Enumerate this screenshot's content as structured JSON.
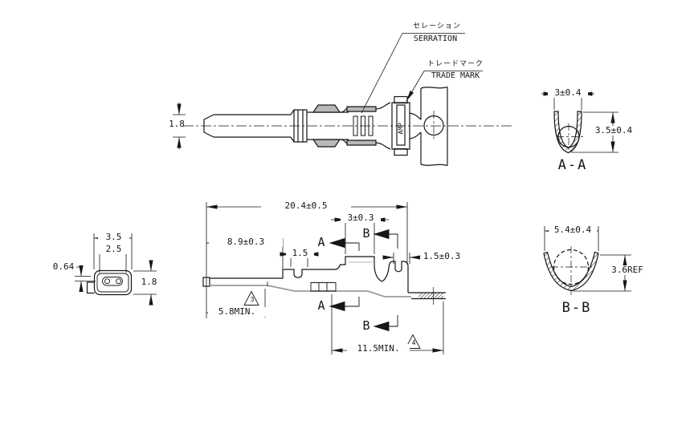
{
  "colors": {
    "background": "#ffffff",
    "line": "#161616",
    "secondary_line": "#9c9c9c",
    "shading": "#b8b8b8"
  },
  "drawing": {
    "labels": {
      "serration_jp": "セレーション",
      "serration_en": "SERRATION",
      "trademark_jp": "トレードマーク",
      "trademark_en": "TRADE MARK",
      "stamp_text": "AMP"
    },
    "top_view": {
      "dim_pin_width": "1.8"
    },
    "front_view": {
      "dim_outer_width": "3.5",
      "dim_inner_width": "2.5",
      "dim_thickness": "0.64",
      "dim_height": "1.8"
    },
    "side_view": {
      "dim_overall_length": "20.4±0.5",
      "dim_pin_length": "8.9±0.3",
      "dim_lance": "1.5",
      "dim_wire_barrel_width": "3±0.3",
      "dim_insulation_barrel_width": "1.5±0.3",
      "dim_strip_min": "5.8MIN.",
      "dim_tail_min": "11.5MIN.",
      "note_triangle_3": "3",
      "note_triangle_4": "4",
      "section_label_a": "A",
      "section_label_b": "B"
    },
    "section_aa": {
      "title": "A-A",
      "dim_width": "3±0.4",
      "dim_height": "3.5±0.4"
    },
    "section_bb": {
      "title": "B-B",
      "dim_width": "5.4±0.4",
      "dim_height": "3.6REF"
    }
  }
}
